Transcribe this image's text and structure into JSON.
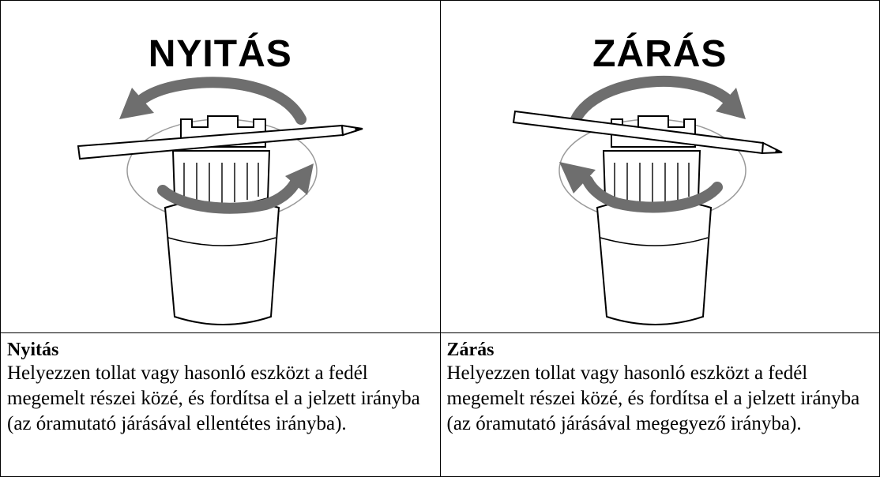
{
  "left": {
    "heading": "NYITÁS",
    "subheading": "Nyitás",
    "text": "Helyezzen tollat vagy hasonló eszközt a fedél megemelt részei közé, és fordítsa el a jelzett irányba (az óramutató járásával ellentétes irányba).",
    "illustration": "cap-opening-with-pen-icon"
  },
  "right": {
    "heading": "ZÁRÁS",
    "subheading": "Zárás",
    "text": "Helyezzen tollat vagy hasonló eszközt a fedél megemelt részei közé, és fordítsa el a jelzett irányba (az óramutató járásával megegyező irányba).",
    "illustration": "cap-closing-with-pen-icon"
  },
  "colors": {
    "arrow": "#6e6e6e",
    "line": "#000000"
  }
}
